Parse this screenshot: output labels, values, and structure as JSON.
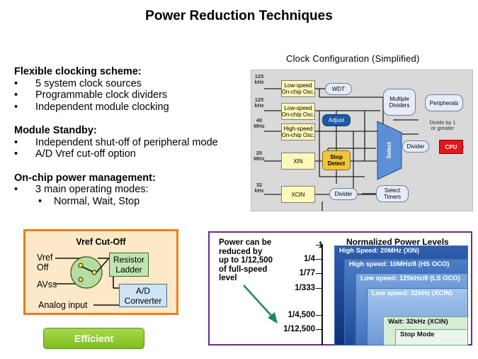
{
  "slide_title": "Power Reduction Techniques",
  "sections": [
    {
      "heading": "Flexible clocking scheme:",
      "items": [
        "5 system clock sources",
        "Programmable clock dividers",
        "Independent module clocking"
      ]
    },
    {
      "heading": "Module Standby:",
      "items": [
        "Independent shut-off of peripheral mode",
        "A/D Vref cut-off option"
      ]
    },
    {
      "heading": "On-chip power management:",
      "items": [
        "3 main operating modes:"
      ],
      "subitems": [
        "Normal, Wait, Stop"
      ]
    }
  ],
  "clock": {
    "caption": "Clock Configuration (Simplified)",
    "freqs": [
      "125\nkHz",
      "125\nkHz",
      "40\nMHz",
      "20\nMHz",
      "32\nkHz"
    ],
    "low_osc_1": "Low-speed\nOn-chip Osc.",
    "low_osc_2": "Low-speed\nOn-chip Osc.",
    "high_osc": "High-speed\nOn-chip Osc.",
    "xin": "XIN",
    "xcin": "XCIN",
    "wdt": "WDT",
    "adjust": "Adjust",
    "stop_detect": "Stop\nDetect",
    "multiple_dividers": "Multiple\nDividers",
    "peripherals": "Peripherals",
    "divide_note": "Divide by 1\nor greater",
    "select": "Select",
    "divider": "Divider",
    "cpu": "CPU",
    "divider2": "Divider",
    "select_timers": "Select\nTimers"
  },
  "vref": {
    "title": "Vref Cut-Off",
    "vref_label": "Vref",
    "off_label": "Off",
    "avss_label": "AVss",
    "analog_label": "Analog input",
    "resistor": "Resistor\nLadder",
    "adc": "A/D\nConverter"
  },
  "efficient_label": "Efficient",
  "power": {
    "note": "Power can be\nreduced by\nup to 1/12,500\nof full-speed\nlevel",
    "title": "Normalized Power Levels",
    "y_labels": [
      "1",
      "1/4",
      "1/77",
      "1/333",
      "1/4,500",
      "1/12,500"
    ],
    "levels": [
      {
        "label": "High Speed: 20MHz (XIN)",
        "relative_power": 1
      },
      {
        "label": "High speed: 10MHz/8 (HS OCO)",
        "relative_power": 0.25
      },
      {
        "label": "Low speed: 125kHz/8 (LS OCO)",
        "relative_power": 0.013
      },
      {
        "label": "Low speed: 32kHz (XCIN)",
        "relative_power": 0.003
      },
      {
        "label": "Wait: 32kHz (XCIN)",
        "relative_power": 0.00022
      },
      {
        "label": "Stop Mode",
        "relative_power": 8e-05
      }
    ]
  },
  "colors": {
    "vref_border": "#f07d16",
    "power_border": "#6b2c8a",
    "efficient_green": "#8cc63f",
    "cpu_red": "#e8161b",
    "select_blue": "#5b8fd6"
  }
}
